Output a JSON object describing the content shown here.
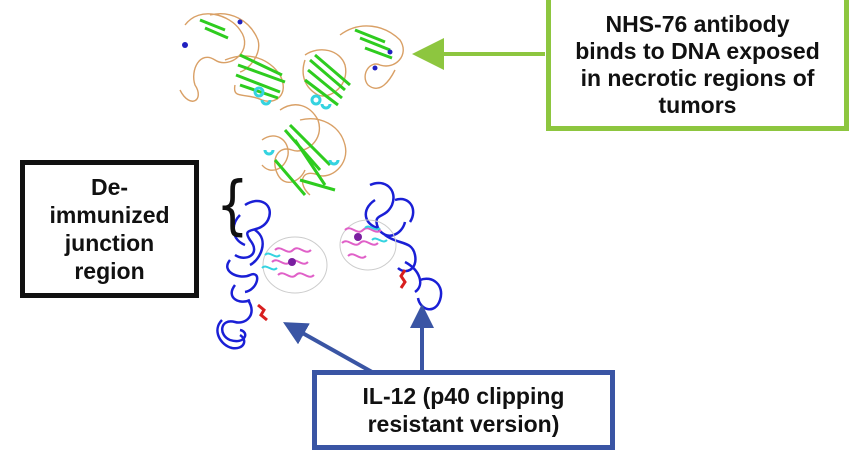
{
  "labels": {
    "antibody": "NHS-76 antibody\nbinds to DNA exposed\nin necrotic regions of\ntumors",
    "junction": "De-\nimmunized\njunction\nregion",
    "il12": "IL-12  (p40 clipping\nresistant version)"
  },
  "brace_glyph": "{",
  "colors": {
    "antibody_callout": "#8dc63f",
    "junction_callout": "#111111",
    "il12_callout": "#3a55a4",
    "antibody_strands": "#2ecc1f",
    "antibody_loops": "#d9a066",
    "antibody_helix": "#35d3e0",
    "il12_p40": "#1a1fd6",
    "il12_p35": "#e060c8",
    "il12_glycan": "#d81f1f"
  },
  "structures": [
    {
      "name": "NHS-76 antibody (Fab arms + Fc)",
      "kind": "protein-ribbon"
    },
    {
      "name": "IL-12 heterodimer left",
      "kind": "protein-ribbon"
    },
    {
      "name": "IL-12 heterodimer right",
      "kind": "protein-ribbon"
    }
  ]
}
